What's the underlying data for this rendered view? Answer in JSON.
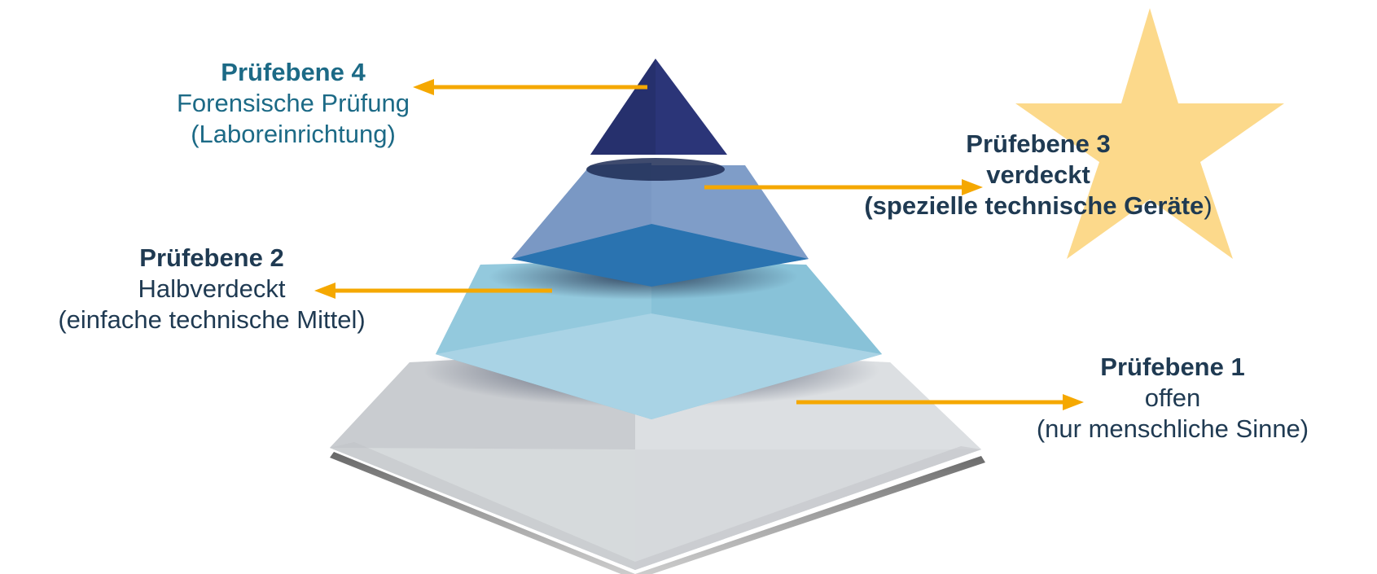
{
  "colors": {
    "arrow": "#f5a800",
    "star": "#fcd98b",
    "level4": "#2b3578",
    "level3": "#7f9dc8",
    "level2": "#8fc8dc",
    "level1": "#d5d8db",
    "level4_text": "#1c6a86",
    "dark_text": "#1f3a52"
  },
  "levels": [
    {
      "id": "level-4",
      "title": "Prüfebene 4",
      "line2": "Forensische Prüfung",
      "line3": "(Laboreinrichtung)"
    },
    {
      "id": "level-3",
      "title": "Prüfebene 3",
      "line2": "verdeckt",
      "line3_bold": "(spezielle technische Geräte",
      "line3_tail": ")"
    },
    {
      "id": "level-2",
      "title": "Prüfebene 2",
      "line2": "Halbverdeckt",
      "line3": "(einfache technische Mittel)"
    },
    {
      "id": "level-1",
      "title": "Prüfebene 1",
      "line2": "offen",
      "line3": "(nur menschliche Sinne)"
    }
  ],
  "decorations": {
    "star_icon": "star-icon",
    "pyramid_icon": "pyramid-icon"
  }
}
